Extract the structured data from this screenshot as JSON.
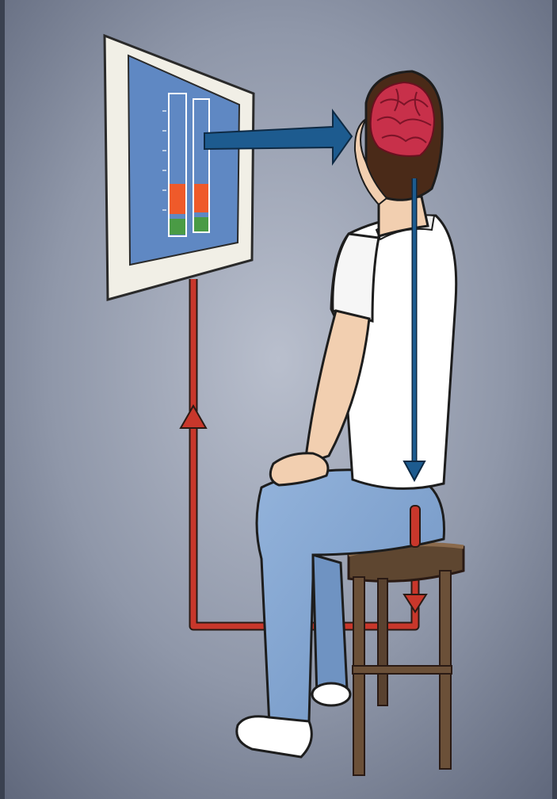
{
  "scene": {
    "background": {
      "center": "#b9bfcd",
      "mid": "#8f97a9",
      "edge": "#5e667a"
    },
    "monitor": {
      "frame_color": "#f1efe6",
      "screen_color": "#5f88c3",
      "bar_fill_orange": "#ef5a2a",
      "bar_fill_green": "#4a9b45"
    },
    "person": {
      "shirt_color": "#ffffff",
      "skin_color": "#f2cfb0",
      "hair_color": "#4a2a18",
      "brain_color": "#c8304a",
      "pants_color": "#7fa2cf",
      "shoe_color": "#ffffff"
    },
    "stool": {
      "seat_color": "#5e4630",
      "leg_color": "#6b5038"
    },
    "arrows": {
      "visual_signal": {
        "color": "#1d5b8f",
        "meaning": "screen-to-brain"
      },
      "brain_signal": {
        "color": "#1d5b8f",
        "meaning": "brain-to-body"
      },
      "feedback_loop": {
        "color": "#c8372b",
        "meaning": "body-to-screen"
      }
    }
  }
}
